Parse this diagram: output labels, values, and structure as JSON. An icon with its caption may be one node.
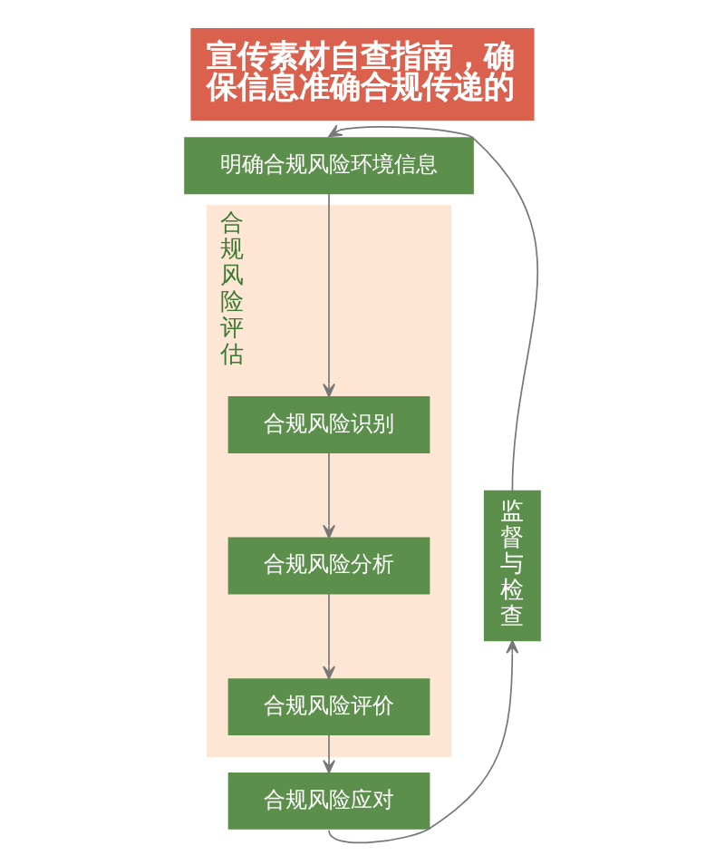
{
  "diagram": {
    "title": "宣传素材自查指南，确保信息准确合规传递的",
    "nodes": [
      {
        "text": [
          "明确合规风险环境信息"
        ]
      },
      {
        "text": [
          "合规风险评估"
        ]
      },
      {
        "text": [
          "合规风险识别"
        ],
        "in": 1
      },
      {
        "text": [
          "合规风险分析"
        ],
        "in": 1
      },
      {
        "text": [
          "合规风险评价"
        ],
        "in": 1
      },
      {
        "text": [
          "合规风险应对"
        ]
      },
      {
        "text": [
          "监督与检查"
        ]
      }
    ],
    "edges": [
      {
        "from": 0,
        "to": 2,
        "arrow": "to"
      },
      {
        "from": 2,
        "to": 3,
        "arrow": "to"
      },
      {
        "from": 3,
        "to": 4,
        "arrow": "to"
      },
      {
        "from": 4,
        "to": 5,
        "arrow": "to"
      },
      {
        "from": 5,
        "to": 6,
        "arrow": "to"
      },
      {
        "from": 6,
        "to": 0,
        "arrow": "to"
      }
    ]
  }
}
